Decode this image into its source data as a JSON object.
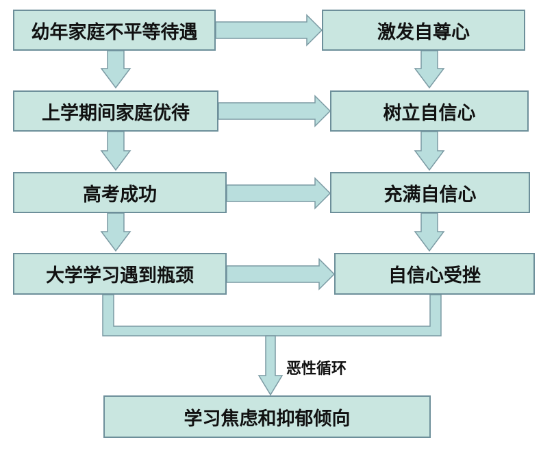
{
  "diagram": {
    "left_column": [
      "幼年家庭不平等待遇",
      "上学期间家庭优待",
      "高考成功",
      "大学学习遇到瓶颈"
    ],
    "right_column": [
      "激发自尊心",
      "树立自信心",
      "充满自信心",
      "自信心受挫"
    ],
    "bottom": "学习焦虑和抑郁倾向",
    "cycle_label": "恶性循环"
  },
  "colors": {
    "box_fill": "#c9e6e0",
    "box_border": "#6d8f9a",
    "arrow_fill": "#b9dedd"
  }
}
